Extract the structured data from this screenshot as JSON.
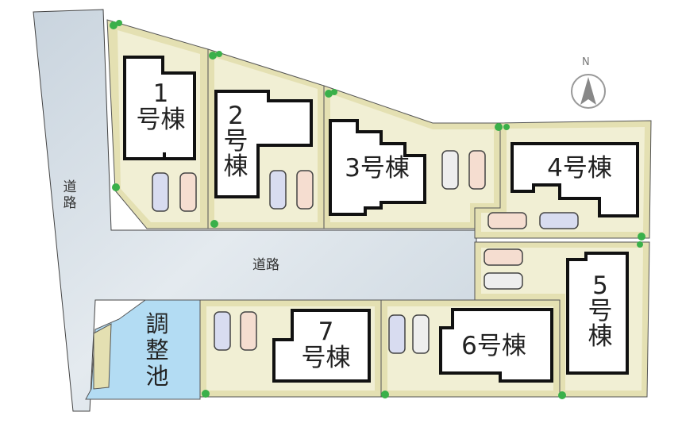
{
  "lots": [
    {
      "num": "1",
      "suffix": "号棟"
    },
    {
      "num": "2",
      "suffix": "号棟"
    },
    {
      "num": "3",
      "suffix": "号棟"
    },
    {
      "num": "4",
      "suffix": "号棟"
    },
    {
      "num": "5",
      "suffix": "号棟"
    },
    {
      "num": "6",
      "suffix": "号棟"
    },
    {
      "num": "7",
      "suffix": "号棟"
    }
  ],
  "roads": {
    "left_road": "道路",
    "center_road": "道路"
  },
  "pond": "調整池",
  "compass": "N",
  "colors": {
    "lot": "#e4e0b2",
    "road": "#d3dde5",
    "pond": "#b3dcf3",
    "car_blue": "#d8dcf0",
    "car_pink": "#f5ddd0"
  }
}
